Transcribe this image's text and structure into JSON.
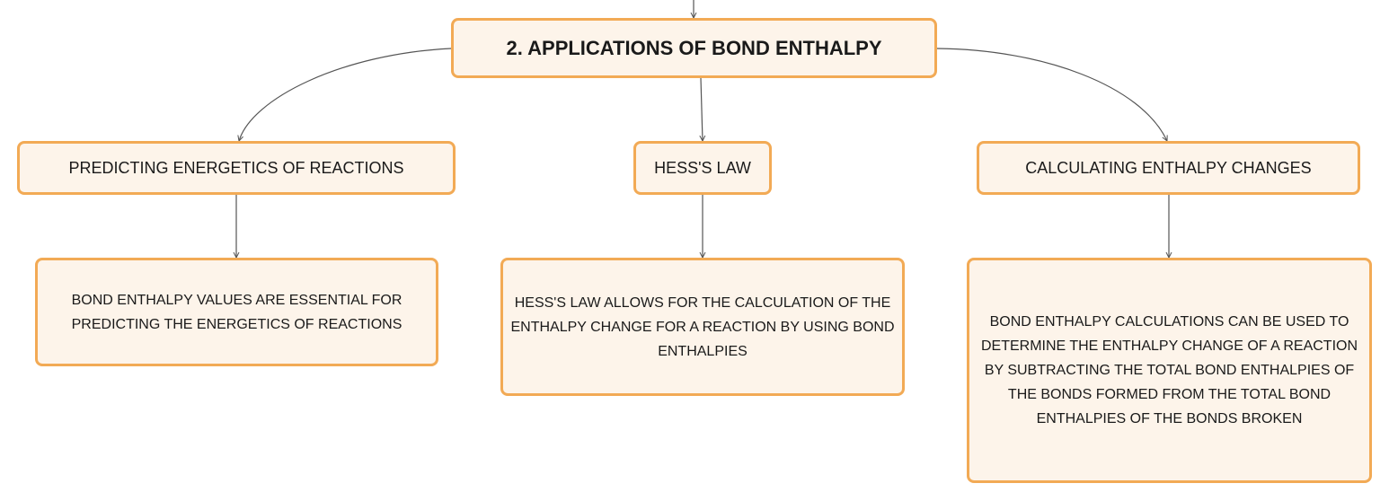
{
  "diagram": {
    "root": {
      "label": "2. APPLICATIONS OF BOND ENTHALPY"
    },
    "branches": [
      {
        "label": "PREDICTING ENERGETICS OF REACTIONS",
        "detail": "BOND ENTHALPY VALUES ARE ESSENTIAL FOR PREDICTING THE ENERGETICS OF REACTIONS"
      },
      {
        "label": "HESS'S LAW",
        "detail": "HESS'S LAW ALLOWS FOR THE CALCULATION OF THE ENTHALPY CHANGE FOR A REACTION BY USING BOND ENTHALPIES"
      },
      {
        "label": "CALCULATING ENTHALPY CHANGES",
        "detail": "BOND ENTHALPY CALCULATIONS CAN BE USED TO DETERMINE THE ENTHALPY CHANGE OF A REACTION BY SUBTRACTING THE TOTAL BOND ENTHALPIES OF THE BONDS FORMED FROM THE TOTAL BOND ENTHALPIES OF THE BONDS BROKEN"
      }
    ]
  },
  "colors": {
    "node_fill": "#fdf4ea",
    "node_border": "#f2aa55",
    "connector": "#555555",
    "text": "#1a1a1a"
  }
}
